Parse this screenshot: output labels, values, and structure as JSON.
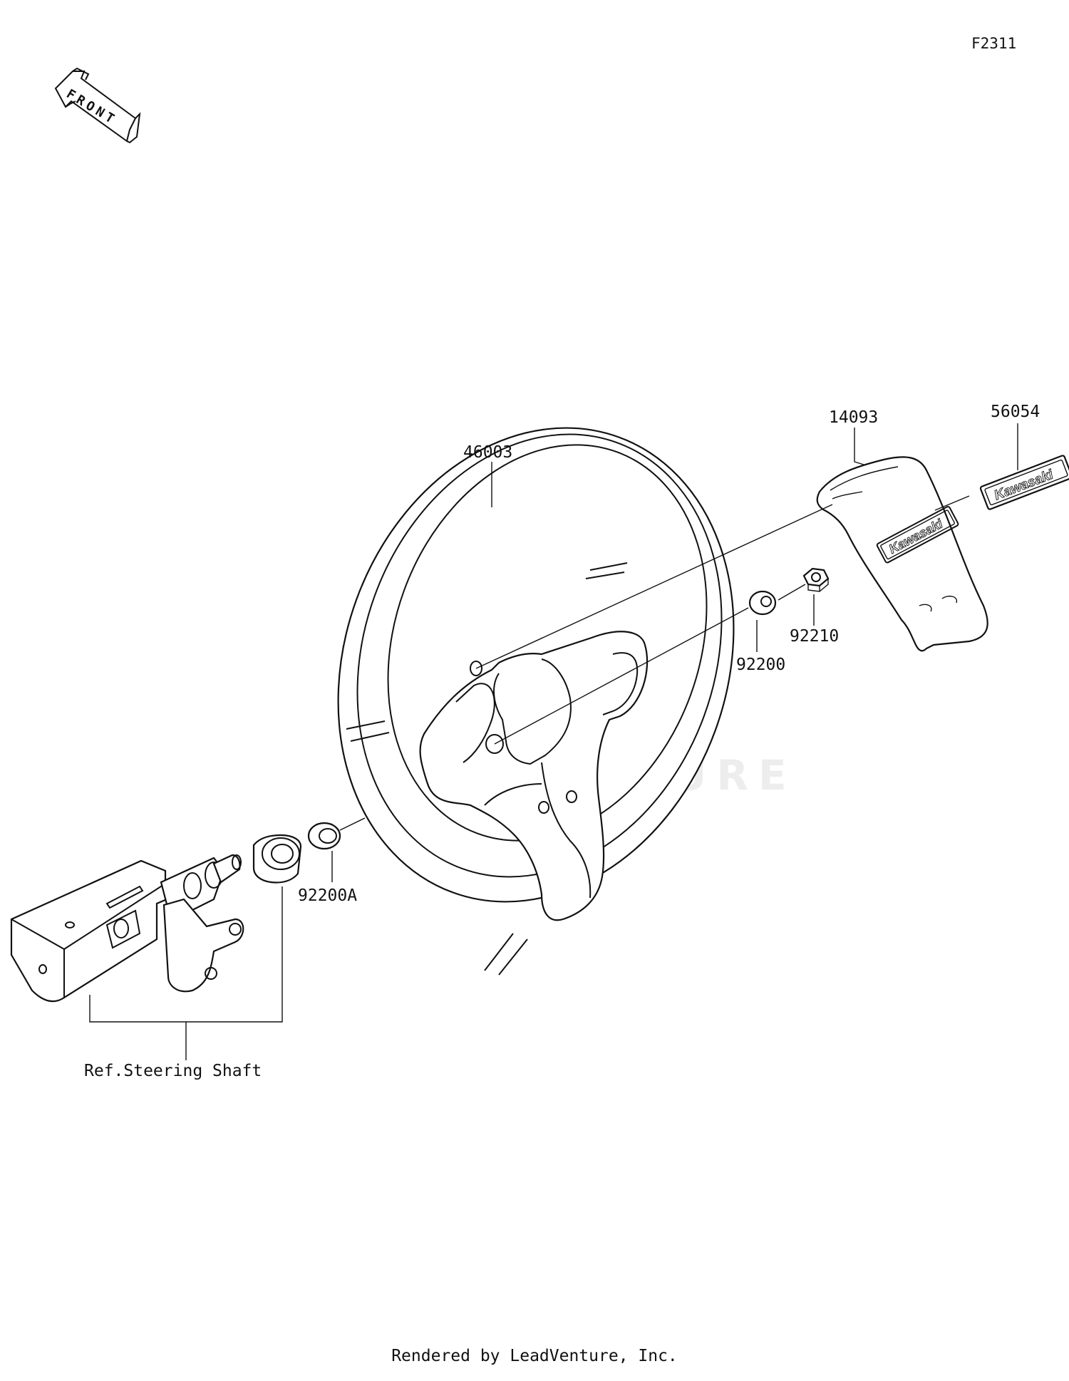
{
  "figure_code": "F2311",
  "front_arrow_label": "FRONT",
  "watermark": "LEADVENTURE",
  "footer": "Rendered by LeadVenture, Inc.",
  "reference_label": "Ref.Steering Shaft",
  "emblem_text": "Kawasaki",
  "parts": [
    {
      "number": "46003",
      "name": "steering wheel"
    },
    {
      "number": "14093",
      "name": "cover"
    },
    {
      "number": "56054",
      "name": "emblem"
    },
    {
      "number": "92200",
      "name": "washer"
    },
    {
      "number": "92210",
      "name": "nut"
    },
    {
      "number": "92200A",
      "name": "washer"
    }
  ]
}
